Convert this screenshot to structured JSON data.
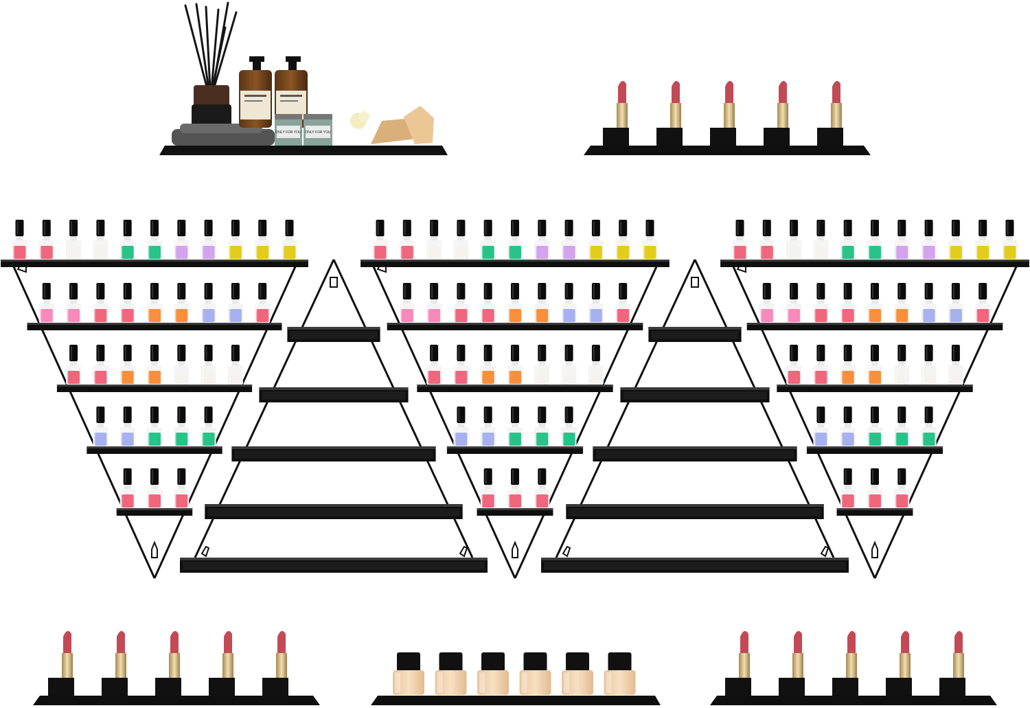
{
  "product": {
    "photo_subject": "black metal wall-mounted shelves with nail polish, lipstick, foundation and bathroom decor",
    "shelf_color": "#0f0f0f",
    "frame_color": "#111111"
  },
  "palette": {
    "polish": {
      "red": "#f0667c",
      "pink": "#f889bb",
      "white": "#f5f3ef",
      "green": "#27c48a",
      "orange": "#f98f3b",
      "purple": "#d3a3ee",
      "yellow": "#e2cd1a",
      "blue": "#a7b1f0",
      "cap": "#0b0b0b"
    },
    "lipstick": "#c24a55",
    "lipstick_gold": "#d8c08e",
    "foundation": "#f3d5b0"
  },
  "rack_v": {
    "rows": [
      [
        "red",
        "red",
        "white",
        "white",
        "green",
        "green",
        "purple",
        "purple",
        "yellow",
        "yellow",
        "yellow"
      ],
      [
        "pink",
        "pink",
        "red",
        "red",
        "orange",
        "orange",
        "blue",
        "blue",
        "red"
      ],
      [
        "red",
        "red",
        "orange",
        "orange",
        "white",
        "white",
        "white"
      ],
      [
        "blue",
        "blue",
        "green",
        "green",
        "green"
      ],
      [
        "red",
        "red",
        "red"
      ]
    ]
  },
  "lipstick_shelf_count": 5,
  "foundation_count": 6,
  "candle_labels": [
    "ONLY FOR YOU",
    "ONLY FOR YOU"
  ]
}
